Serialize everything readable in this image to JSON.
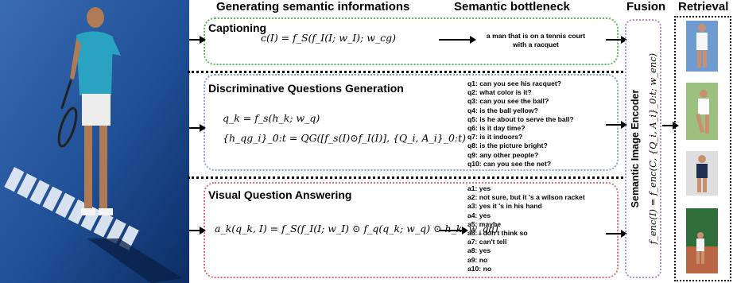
{
  "headers": {
    "generating": "Generating semantic informations",
    "bottleneck": "Semantic bottleneck",
    "fusion": "Fusion",
    "retrieval": "Retrieval"
  },
  "captioning": {
    "title": "Captioning",
    "formula": "c(I) = f_S(f_I(I; w_I); w_cg)",
    "output_line1": "a man that is on a tennis court",
    "output_line2": "with a racquet"
  },
  "questions": {
    "title": "Discriminative Questions Generation",
    "formula1": "q_k = f_s(h_k; w_q)",
    "formula2": "{h_qg_i}_0:t = QG([f_s(I)⊙f_I(I)], {Q_i, A_i}_0:t)",
    "items": [
      "q1: can you see his racquet?",
      "q2: what color is it?",
      "q3: can you see the ball?",
      "q4: is the ball yellow?",
      "q5: is he about to serve the ball?",
      "q6: is it day time?",
      "q7: is it indoors?",
      "q8: is the picture bright?",
      "q9: any other people?",
      "q10: can you see the net?"
    ]
  },
  "vqa": {
    "title": "Visual Question Answering",
    "formula": "a_k(q_k, I) = f_S(f_I(I; w_I) ⊙ f_q(q_k; w_q) ⊙ h_k; w_qa)",
    "items": [
      "a1: yes",
      "a2: not sure, but it 's a wilson racket",
      "a3: yes it 's in his hand",
      "a4: yes",
      "a5: maybe",
      "a6: i don't think so",
      "a7: can't tell",
      "a8: yes",
      "a9: no",
      "a10: no"
    ]
  },
  "fusion": {
    "label": "Semantic Image Encoder",
    "formula": "f_enc(I) = f_enc(C, {Q_i, A_i}_0:t; w_enc)"
  },
  "colors": {
    "captioning_border": "#5cb85c",
    "questions_border": "#8aa4d6",
    "vqa_border": "#e07070",
    "fusion_border": "#b48ad6",
    "court_blue": "#1f4f95",
    "shirt_cyan": "#2aa3c2"
  }
}
